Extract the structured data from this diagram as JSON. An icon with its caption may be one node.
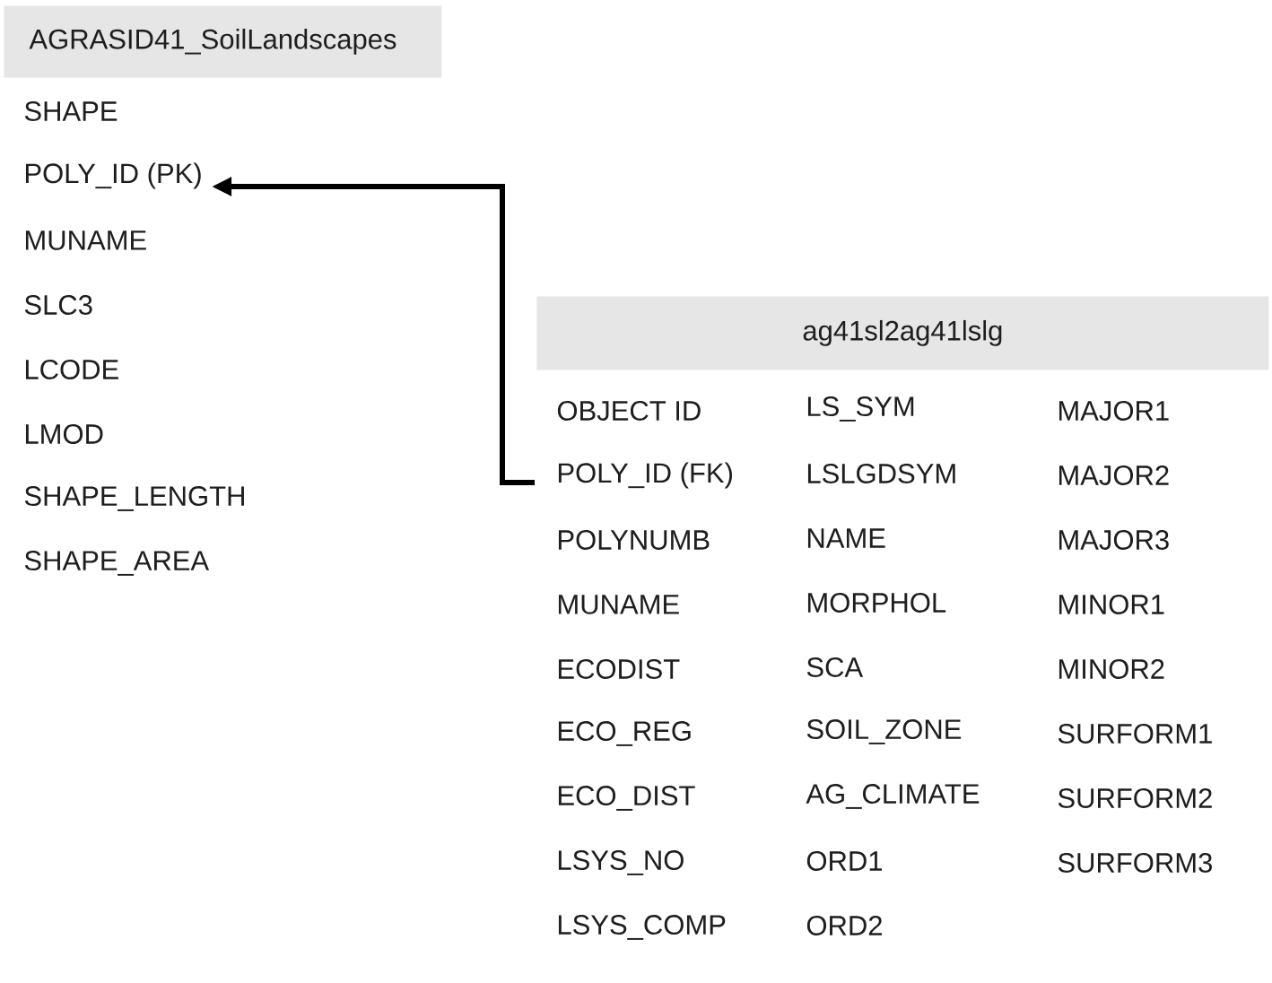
{
  "diagram": {
    "nodes": [
      {
        "text": [
          "AGRASID41_SoilLandscapes"
        ]
      },
      {
        "text": [
          "POLY_ID (PK)"
        ]
      },
      {
        "text": [
          "ag41sl2ag41lslg"
        ]
      },
      {
        "text": [
          "POLY_ID (FK)"
        ]
      }
    ],
    "edges": [
      {
        "from": 3,
        "to": 1,
        "arrow": "to"
      }
    ],
    "labels": [
      "SHAPE",
      "MUNAME",
      "SLC3",
      "LCODE",
      "LMOD",
      "SHAPE_LENGTH",
      "SHAPE_AREA",
      "OBJECT ID",
      "LS_SYM",
      "MAJOR1",
      "LSLGDSYM",
      "MAJOR2",
      "POLYNUMB",
      "NAME",
      "MAJOR3",
      "MUNAME",
      "MORPHOL",
      "MINOR1",
      "ECODIST",
      "SCA",
      "MINOR2",
      "ECO_REG",
      "SOIL_ZONE",
      "SURFORM1",
      "ECO_DIST",
      "AG_CLIMATE",
      "SURFORM2",
      "LSYS_NO",
      "ORD1",
      "SURFORM3",
      "LSYS_COMP",
      "ORD2"
    ]
  }
}
